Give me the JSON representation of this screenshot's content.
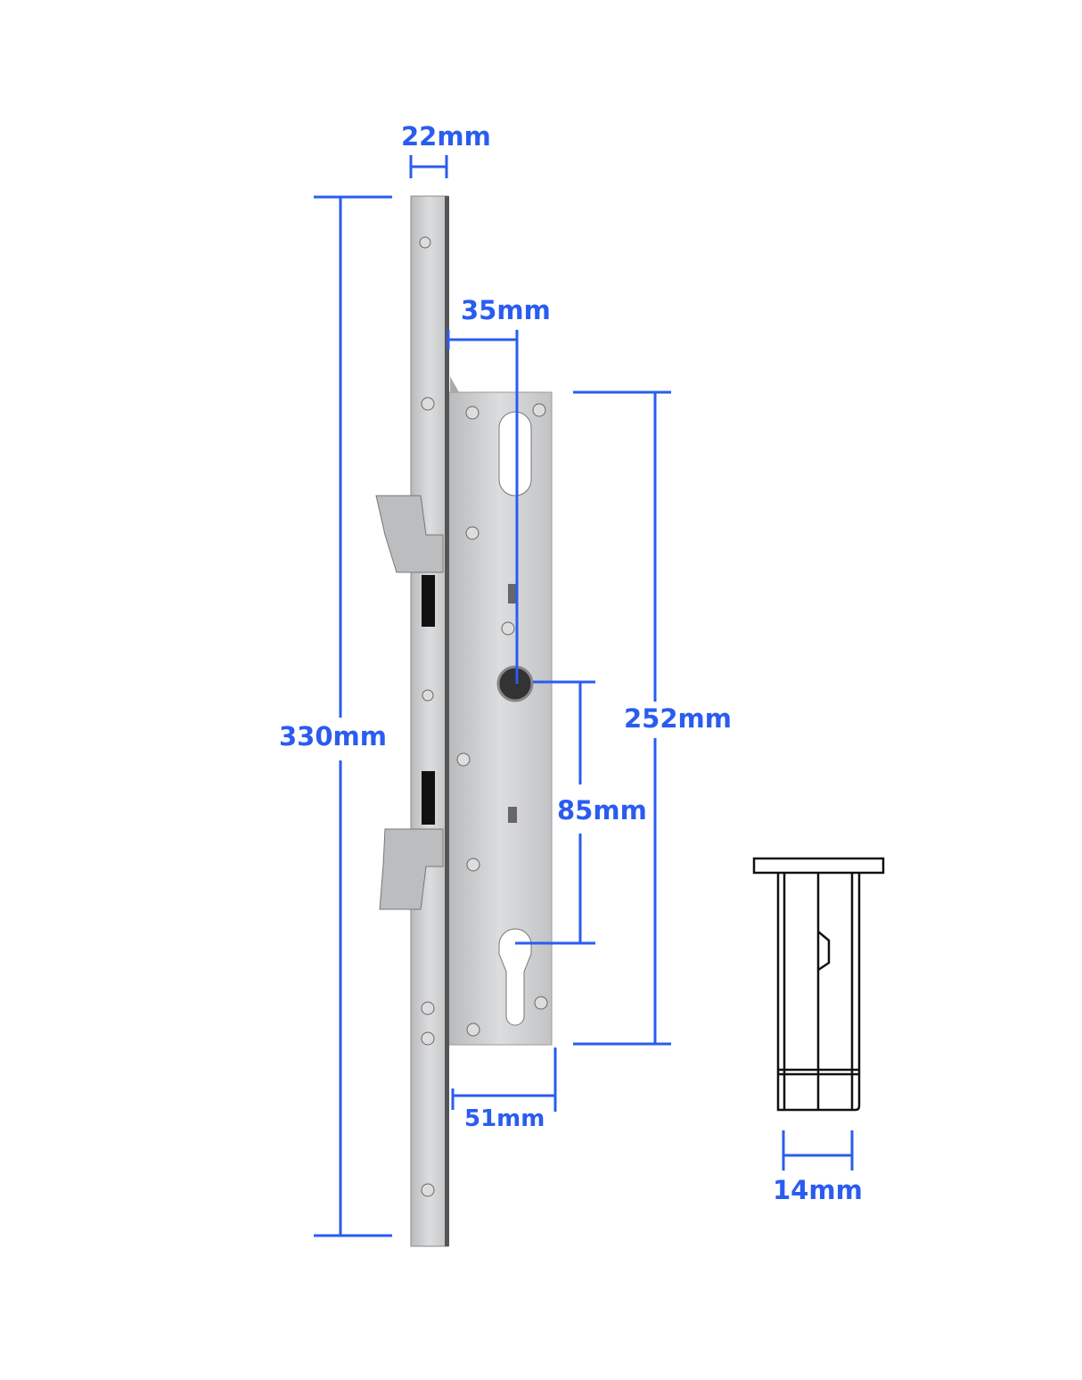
{
  "colors": {
    "dimension": "#2a5cf0",
    "metal": "#c9cacc",
    "outline": "#111111"
  },
  "dimensions": {
    "faceplate_width": "22mm",
    "backset": "35mm",
    "case_height": "252mm",
    "total_length": "330mm",
    "handle_to_cylinder": "85mm",
    "case_depth": "51mm",
    "case_thickness": "14mm"
  }
}
